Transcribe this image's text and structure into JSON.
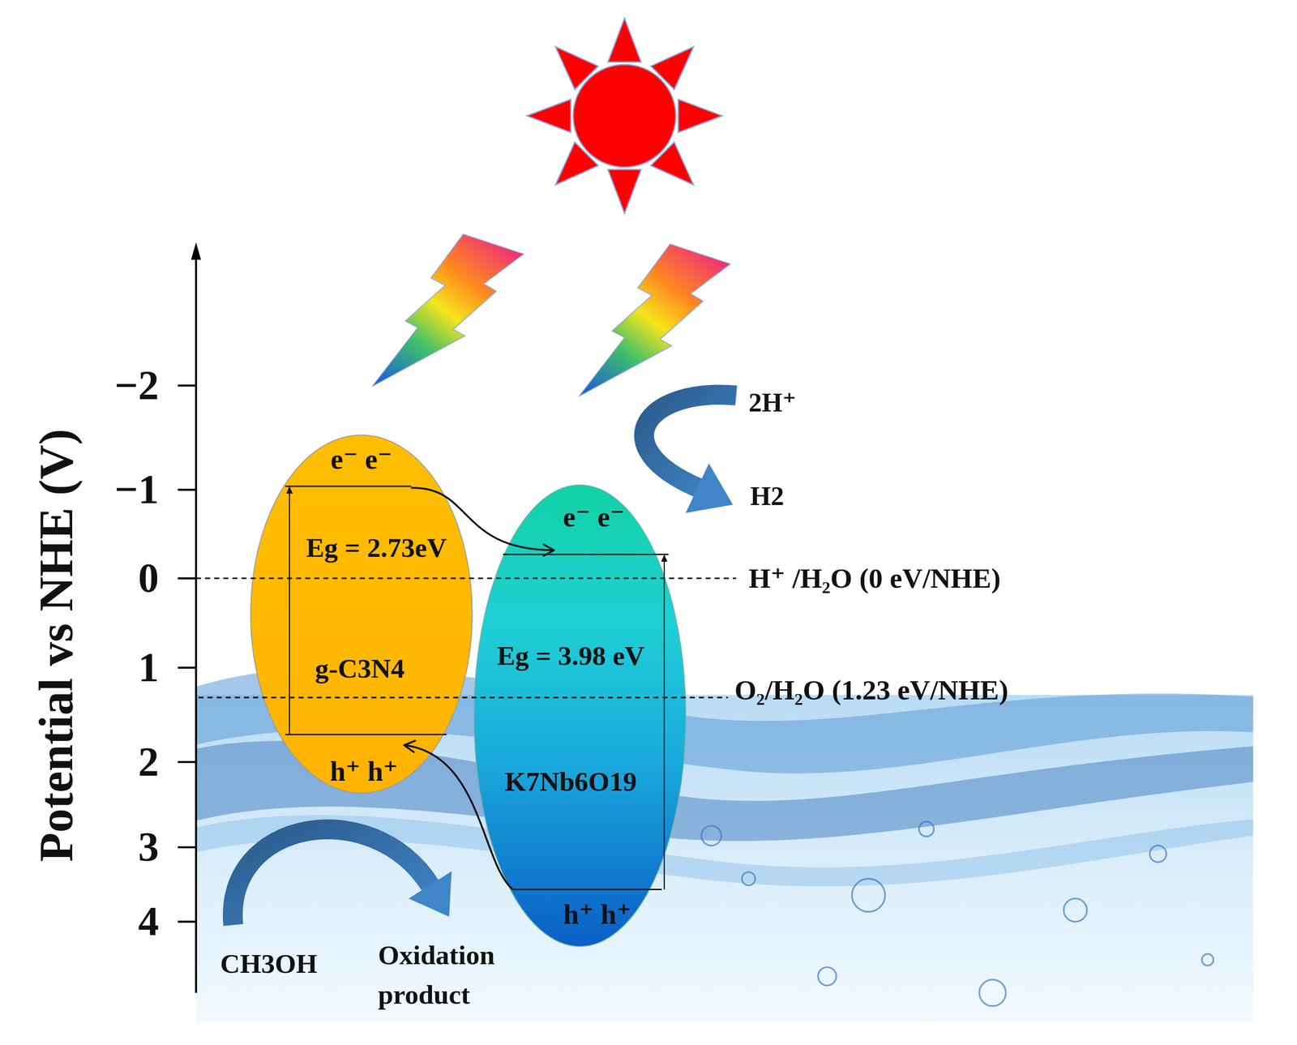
{
  "diagram": {
    "nodes": [
      {
        "text": [
          "e⁻ e⁻",
          "Eg = 2.73eV",
          "g-C3N4",
          "h⁺ h⁺"
        ]
      },
      {
        "text": [
          "e⁻ e⁻",
          "Eg = 3.98 eV",
          "K7Nb6O19",
          "h⁺ h⁺"
        ]
      }
    ],
    "edges": [
      {
        "from": 0,
        "to": 1,
        "arrow": "to"
      },
      {
        "from": 1,
        "to": 0,
        "arrow": "to"
      }
    ],
    "labels": [
      "Potential vs NHE (V)",
      "−2",
      "−1",
      "0",
      "1",
      "2",
      "3",
      "4",
      "H⁺ /H₂O (0 eV/NHE)",
      "O₂/H₂O (1.23 eV/NHE)",
      "2H⁺",
      "H2",
      "CH3OH",
      "Oxidation product"
    ]
  }
}
